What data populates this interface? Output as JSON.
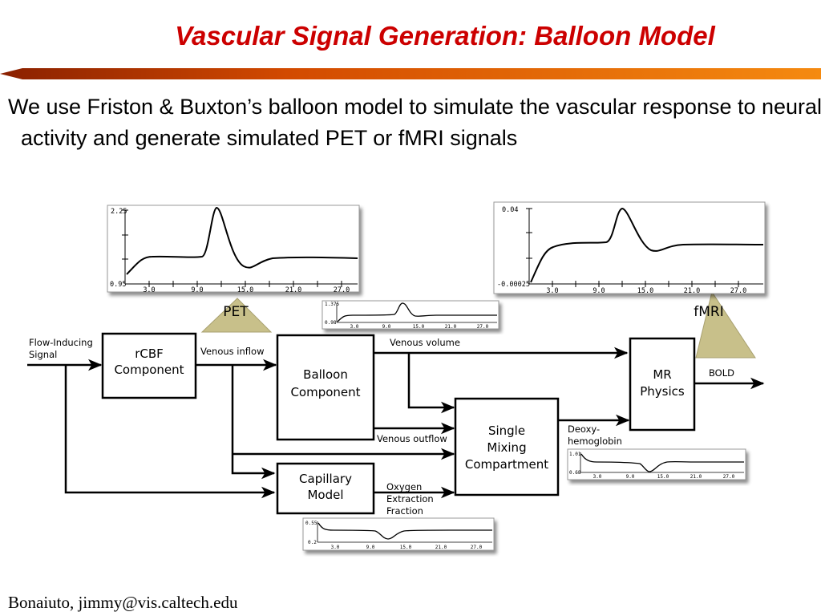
{
  "slide": {
    "title": "Vascular Signal Generation: Balloon Model",
    "body": "We use Friston & Buxton’s balloon model to simulate the vascular response to neural activity and generate simulated PET or fMRI signals",
    "footer": "Bonaiuto, jimmy@vis.caltech.edu",
    "accent_color": "#cc0000",
    "bar_colors": [
      "#c03000",
      "#f08000"
    ]
  },
  "diagram": {
    "input_label": [
      "Flow-Inducing",
      "Signal"
    ],
    "blocks": {
      "rcbf": [
        "rCBF",
        "Component"
      ],
      "balloon": [
        "Balloon",
        "Component"
      ],
      "capillary": [
        "Capillary",
        "Model"
      ],
      "mixing": [
        "Single",
        "Mixing",
        "Compartment"
      ],
      "mr": [
        "MR",
        "Physics"
      ]
    },
    "edge_labels": {
      "venous_inflow": "Venous inflow",
      "venous_volume": "Venous volume",
      "venous_outflow": "Venous outflow",
      "deoxy": [
        "Deoxy-",
        "hemoglobin"
      ],
      "oef": [
        "Oxygen",
        "Extraction",
        "Fraction"
      ],
      "bold": "BOLD"
    },
    "output_labels": {
      "pet": "PET",
      "fmri": "fMRI"
    },
    "pet_color": "#c8c08a"
  },
  "plots": {
    "pet": {
      "ymax": "2.25",
      "ymin": "0.95",
      "xticks": [
        "3.0",
        "9.0",
        "15.0",
        "21.0",
        "27.0"
      ]
    },
    "fmri": {
      "ymax": "0.04",
      "ymin": "-0.00025",
      "xticks": [
        "3.0",
        "9.0",
        "15.0",
        "21.0",
        "27.0"
      ]
    },
    "volume": {
      "ymax": "1.375",
      "ymin": "0.98",
      "xticks": [
        "3.0",
        "9.0",
        "15.0",
        "21.0",
        "27.0"
      ]
    },
    "deoxy": {
      "ymax": "1.01",
      "ymin": "0.68",
      "xticks": [
        "3.0",
        "9.0",
        "15.0",
        "21.0",
        "27.0"
      ]
    },
    "oef": {
      "ymax": "0.55",
      "ymin": "0.2",
      "xticks": [
        "3.0",
        "9.0",
        "15.0",
        "21.0",
        "27.0"
      ]
    }
  }
}
